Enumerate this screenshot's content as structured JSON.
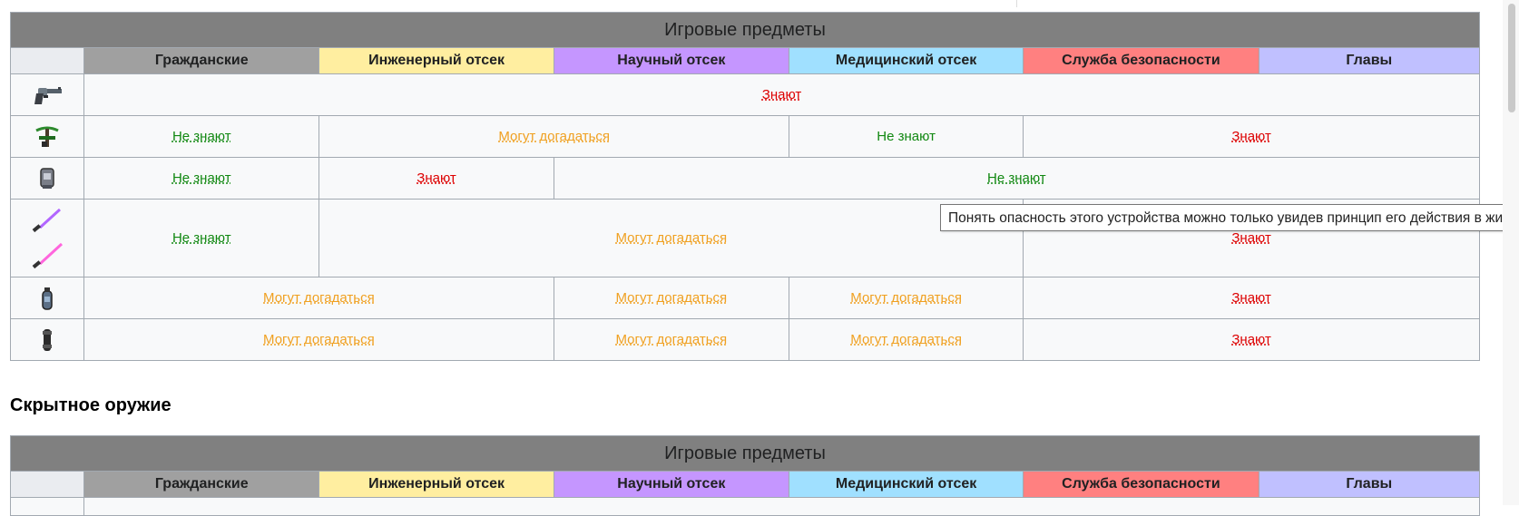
{
  "colors": {
    "know": "#dd0000",
    "dont_know": "#118811",
    "may_guess": "#f0a020",
    "col_civilian": "#a0a0a0",
    "col_engineering": "#ffeea0",
    "col_science": "#c596ff",
    "col_medical": "#a0e0ff",
    "col_security": "#ff8080",
    "col_heads": "#c0c0ff",
    "caption_bg": "#808080",
    "corner_bg": "#eaecf0"
  },
  "table1": {
    "caption": "Игровые предметы",
    "columns": [
      "Гражданские",
      "Инженерный отсек",
      "Научный отсек",
      "Медицинский отсек",
      "Служба безопасности",
      "Главы"
    ],
    "rows": [
      {
        "icon": "revolver-icon",
        "cells": [
          {
            "text": "Знают",
            "span": 6,
            "kind": "know"
          }
        ]
      },
      {
        "icon": "crossbow-icon",
        "cells": [
          {
            "text": "Не знают",
            "span": 1,
            "kind": "dont_know"
          },
          {
            "text": "Могут догадаться",
            "span": 2,
            "kind": "may_guess"
          },
          {
            "text": "Не знают",
            "span": 1,
            "kind": "dont_know_plain"
          },
          {
            "text": "Знают",
            "span": 2,
            "kind": "know"
          }
        ]
      },
      {
        "icon": "gloves-icon",
        "cells": [
          {
            "text": "Не знают",
            "span": 1,
            "kind": "dont_know"
          },
          {
            "text": "Знают",
            "span": 1,
            "kind": "know"
          },
          {
            "text": "Не знают",
            "span": 4,
            "kind": "dont_know"
          }
        ]
      },
      {
        "icon": "energy-sword-icon",
        "cells": [
          {
            "text": "Не знают",
            "span": 1,
            "kind": "dont_know"
          },
          {
            "text": "Могут догадаться",
            "span": 3,
            "kind": "may_guess"
          },
          {
            "text": "Знают",
            "span": 2,
            "kind": "know"
          }
        ]
      },
      {
        "icon": "grenade-icon",
        "cells": [
          {
            "text": "Могут догадаться",
            "span": 2,
            "kind": "may_guess"
          },
          {
            "text": "Могут догадаться",
            "span": 1,
            "kind": "may_guess"
          },
          {
            "text": "Могут догадаться",
            "span": 1,
            "kind": "may_guess"
          },
          {
            "text": "Знают",
            "span": 2,
            "kind": "know"
          }
        ]
      },
      {
        "icon": "baton-icon",
        "cells": [
          {
            "text": "Могут догадаться",
            "span": 2,
            "kind": "may_guess"
          },
          {
            "text": "Могут догадаться",
            "span": 1,
            "kind": "may_guess"
          },
          {
            "text": "Могут догадаться",
            "span": 1,
            "kind": "may_guess"
          },
          {
            "text": "Знают",
            "span": 2,
            "kind": "know"
          }
        ]
      }
    ]
  },
  "tooltip": {
    "text": "Понять опасность этого устройства можно только увидев принцип его действия в живую."
  },
  "section": {
    "title": "Скрытное оружие"
  },
  "table2": {
    "caption": "Игровые предметы",
    "columns": [
      "Гражданские",
      "Инженерный отсек",
      "Научный отсек",
      "Медицинский отсек",
      "Служба безопасности",
      "Главы"
    ]
  }
}
